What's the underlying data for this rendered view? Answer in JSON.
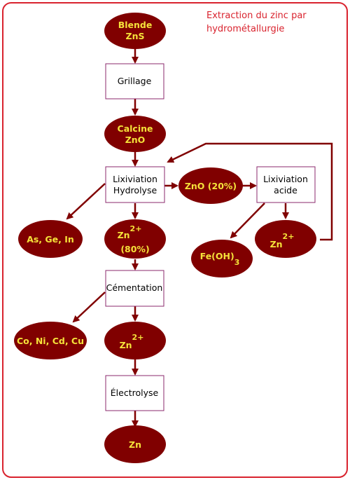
{
  "title": {
    "line1": "Extraction du zinc par",
    "line2": "hydrométallurgie"
  },
  "colors": {
    "frame": "#d9232e",
    "ellipse_fill": "#800000",
    "ellipse_text": "#f5e23a",
    "box_border": "#8b2a6e",
    "arrow": "#800000"
  },
  "nodes": {
    "blende": {
      "line1": "Blende",
      "line2": "ZnS"
    },
    "grillage": {
      "label": "Grillage"
    },
    "calcine": {
      "line1": "Calcine",
      "line2": "ZnO"
    },
    "lixiviation_hydrolyse": {
      "line1": "Lixiviation",
      "line2": "Hydrolyse"
    },
    "zno_20": {
      "label": "ZnO (20%)"
    },
    "lixiviation_acide": {
      "line1": "Lixiviation",
      "line2": "acide"
    },
    "as_ge_in": {
      "label": "As, Ge, In"
    },
    "zn2_80": {
      "base": "Zn",
      "sup": "2+",
      "line2": "(80%)"
    },
    "feoh3": {
      "base": "Fe(OH)",
      "sub": "3"
    },
    "zn2_acid": {
      "base": "Zn",
      "sup": "2+"
    },
    "cementation": {
      "label": "Cémentation"
    },
    "co_ni_cd_cu": {
      "label": "Co, Ni, Cd, Cu"
    },
    "zn2_cem": {
      "base": "Zn",
      "sup": "2+"
    },
    "electrolyse": {
      "label": "Électrolyse"
    },
    "zn": {
      "label": "Zn"
    }
  }
}
